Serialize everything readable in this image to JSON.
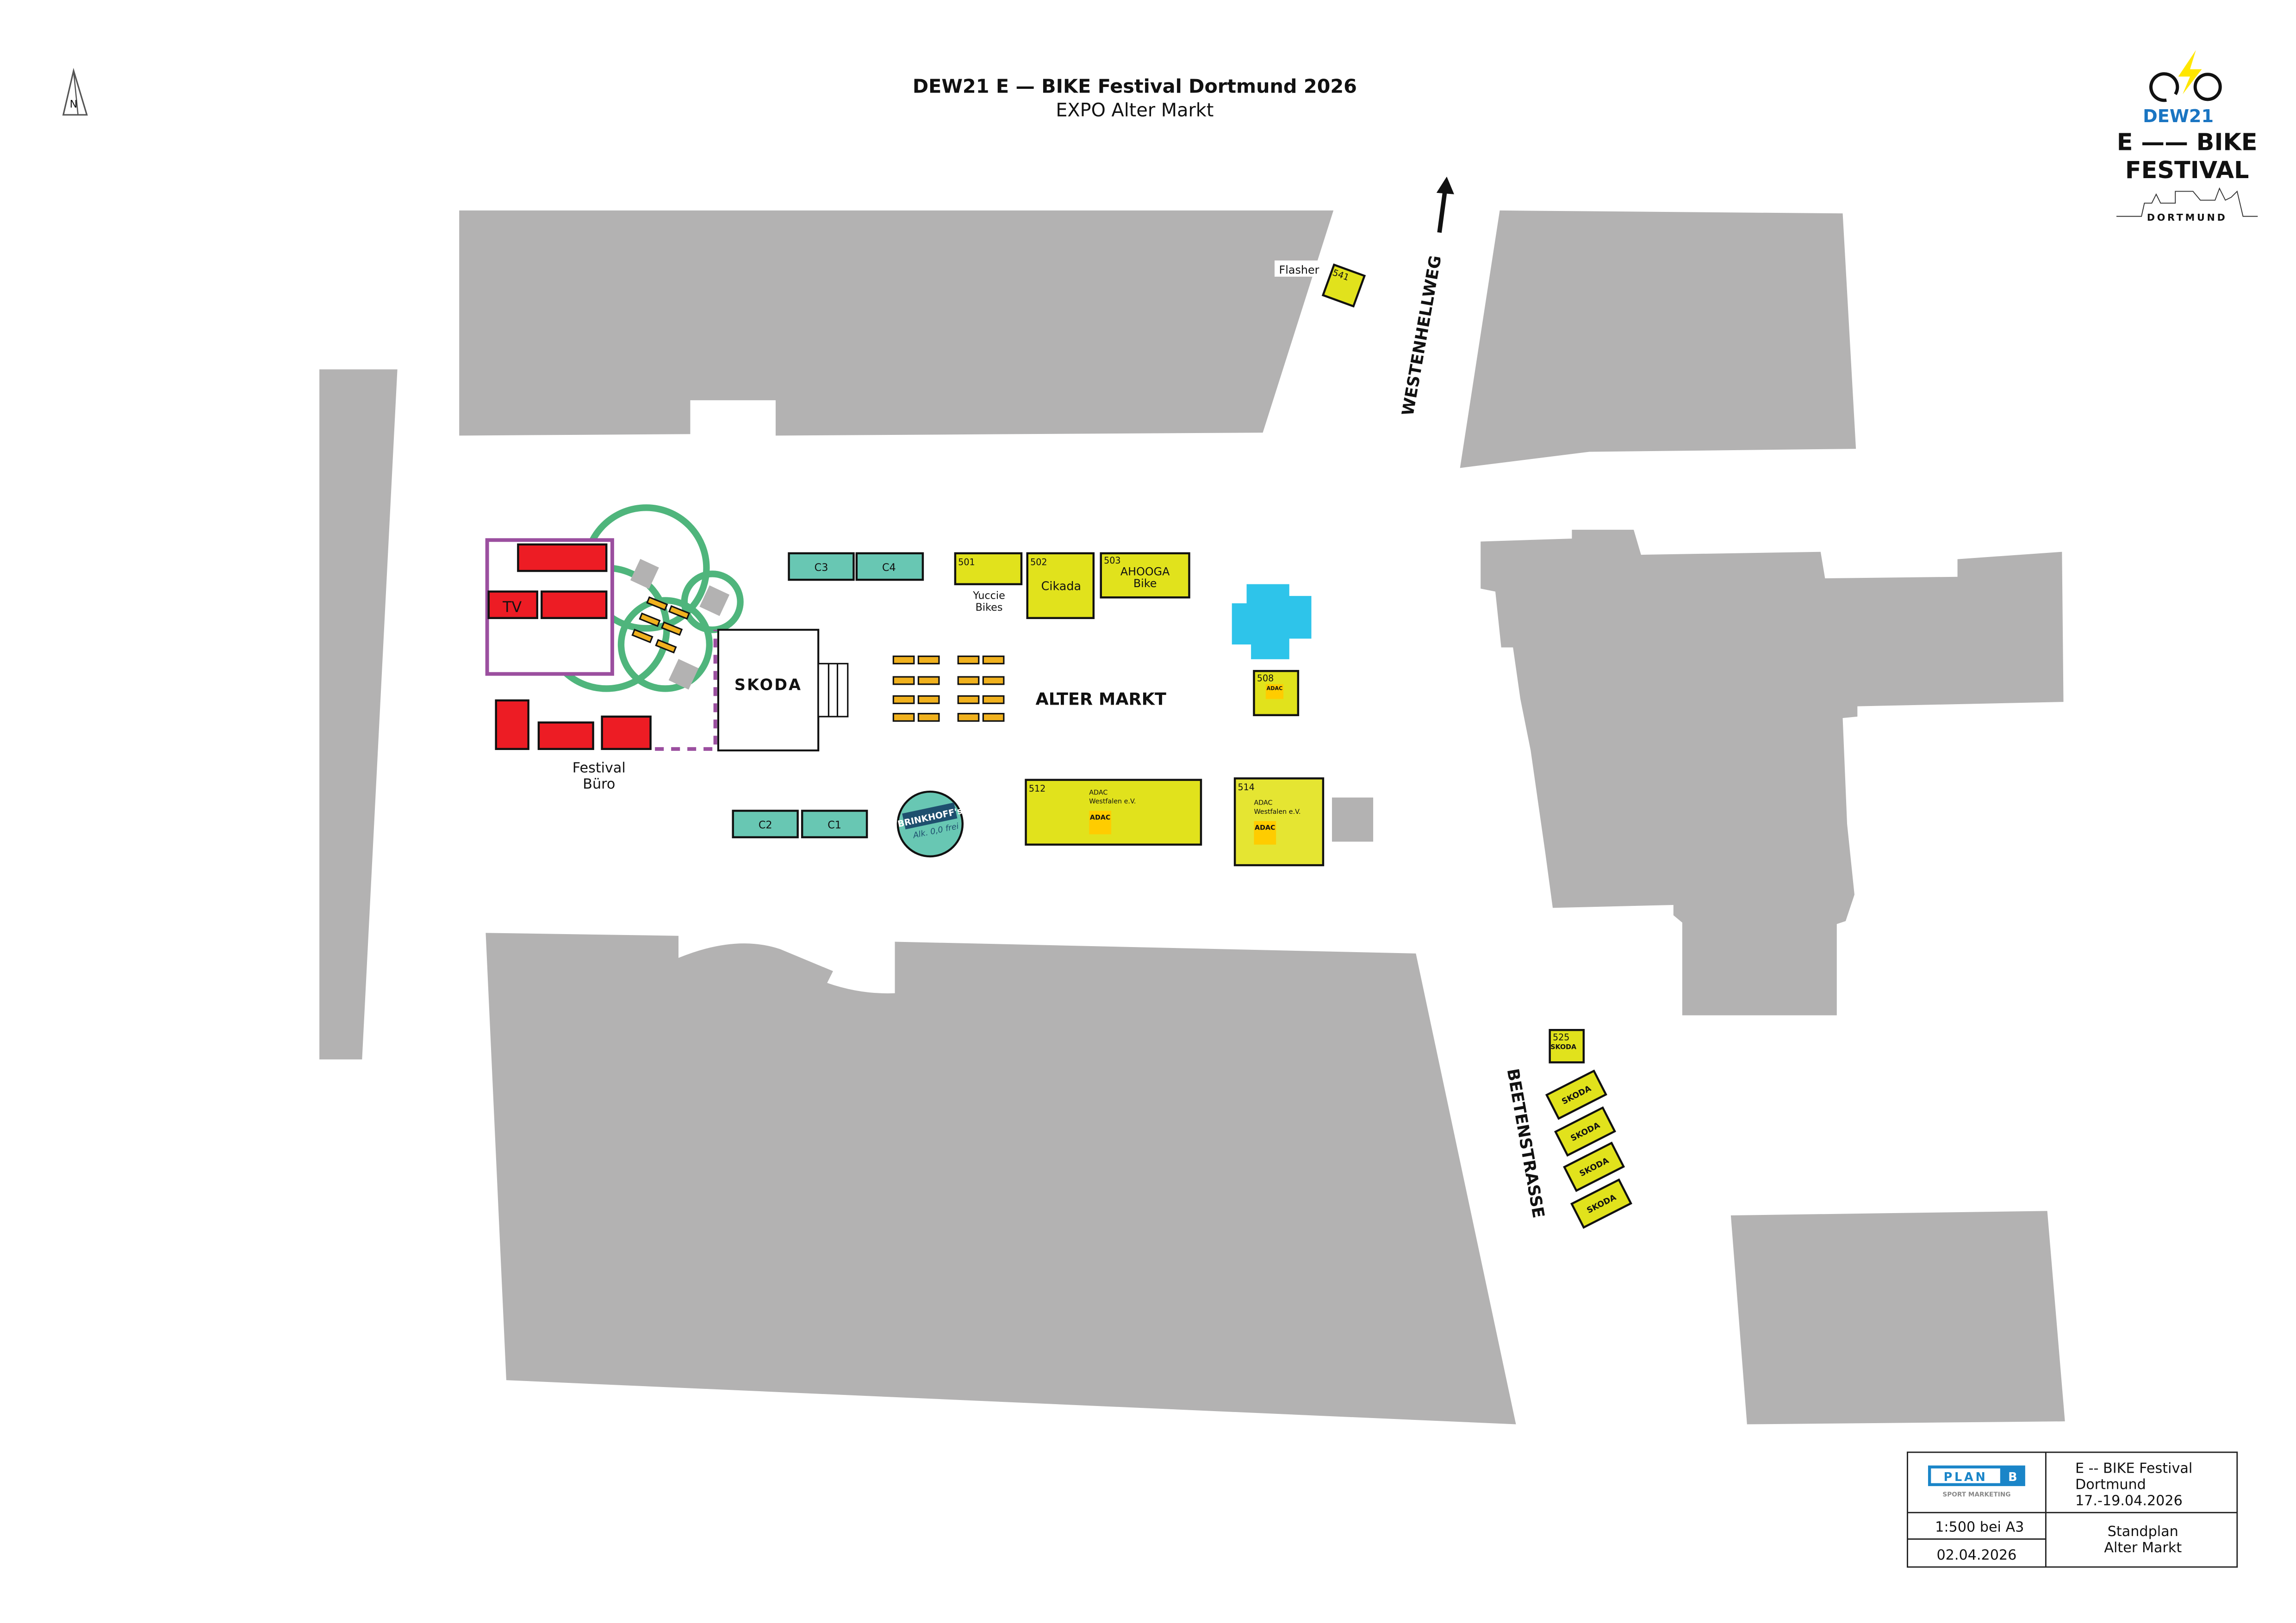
{
  "header": {
    "title": "DEW21 E — BIKE Festival Dortmund 2026",
    "subtitle": "EXPO Alter Markt"
  },
  "north_arrow": {
    "label": "N"
  },
  "logo": {
    "sponsor": "DEW21",
    "line1": "E —— BIKE",
    "line2": "FESTIVAL",
    "city": "DORTMUND",
    "colors": {
      "bolt": "#ffe600",
      "sponsor_blue": "#1a75c2",
      "sponsor_grey": "#b0b0b0"
    }
  },
  "streets": {
    "westenhellweg": "WESTENHELLWEG",
    "beetenstrasse": "BEETENSTRASSE",
    "square": "ALTER MARKT"
  },
  "festival_area": {
    "tv_label": "TV",
    "office_line1": "Festival",
    "office_line2": "Büro"
  },
  "main_stand": {
    "brand": "SKODA"
  },
  "container_stands": [
    {
      "id": "C3"
    },
    {
      "id": "C4"
    },
    {
      "id": "C2"
    },
    {
      "id": "C1"
    }
  ],
  "brinkhoff": {
    "line1": "BRINKHOFF's",
    "line2": "Alk. 0,0 frei"
  },
  "stands": {
    "s541": {
      "number": "541",
      "exhibitor": "Flasher"
    },
    "s501": {
      "number": "501",
      "exhibitor_line1": "Yuccie",
      "exhibitor_line2": "Bikes"
    },
    "s502": {
      "number": "502",
      "exhibitor": "Cikada"
    },
    "s503": {
      "number": "503",
      "exhibitor_line1": "AHOOGA",
      "exhibitor_line2": "Bike"
    },
    "s508": {
      "number": "508",
      "logo": "ADAC"
    },
    "s512": {
      "number": "512",
      "exhibitor_line1": "ADAC",
      "exhibitor_line2": "Westfalen e.V.",
      "logo": "ADAC"
    },
    "s514": {
      "number": "514",
      "exhibitor_line1": "ADAC",
      "exhibitor_line2": "Westfalen e.V.",
      "logo": "ADAC"
    },
    "s525": {
      "number": "525",
      "exhibitor": "SKODA"
    }
  },
  "skoda_row": [
    "SKODA",
    "SKODA",
    "SKODA",
    "SKODA"
  ],
  "title_block": {
    "company": "PLAN",
    "company_b": "B",
    "company_sub": "SPORT MARKETING",
    "event_line1": "E -- BIKE Festival",
    "event_line2": "Dortmund",
    "event_line3": "17.-19.04.2026",
    "scale": "1:500 bei A3",
    "date": "02.04.2026",
    "plan_line1": "Standplan",
    "plan_line2": "Alter Markt"
  },
  "colors": {
    "building": "#b3b2b2",
    "stand_yellow": "#e1e21c",
    "container_teal": "#68c7b3",
    "festival_red": "#ed1c24",
    "festival_purple": "#9b4f9f",
    "ring_green": "#4fb57c",
    "water_blue": "#2ec4ea",
    "table_orange": "#f0b11e"
  }
}
